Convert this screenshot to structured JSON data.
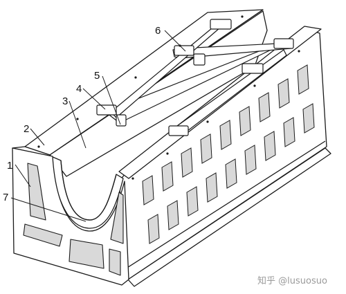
{
  "callouts": [
    {
      "id": "1",
      "text": "1"
    },
    {
      "id": "2",
      "text": "2"
    },
    {
      "id": "3",
      "text": "3"
    },
    {
      "id": "4",
      "text": "4"
    },
    {
      "id": "5",
      "text": "5"
    },
    {
      "id": "6",
      "text": "6"
    },
    {
      "id": "7",
      "text": "7"
    }
  ],
  "watermark": {
    "text": "知乎 @lusuosuo"
  },
  "colors": {
    "line": "#1a1a1a",
    "fill": "#ffffff",
    "shade": "#d9d9d9",
    "watermark": "#9a9a9a"
  }
}
